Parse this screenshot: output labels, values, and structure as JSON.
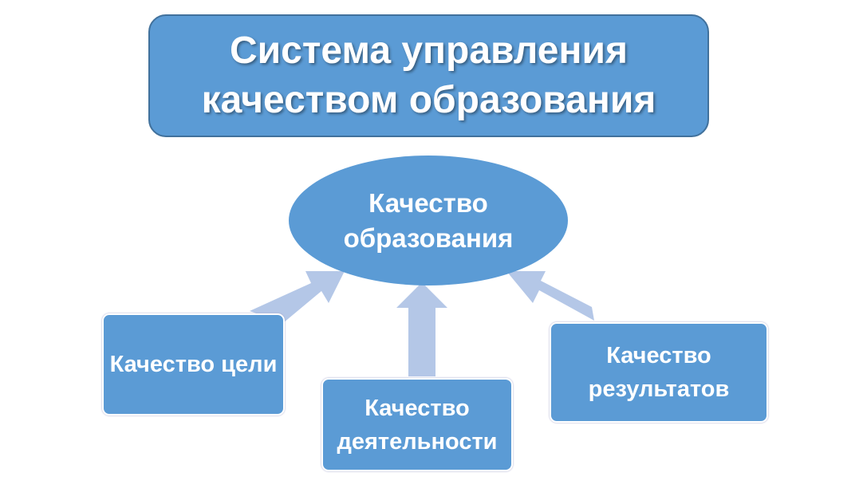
{
  "title": "Система управления качеством образования",
  "center": "Качество образования",
  "boxes": [
    "Качество цели",
    "Качество деятельности",
    "Качество результатов"
  ],
  "colors": {
    "fill": "#5b9bd5",
    "arrow": "#b4c7e7"
  }
}
